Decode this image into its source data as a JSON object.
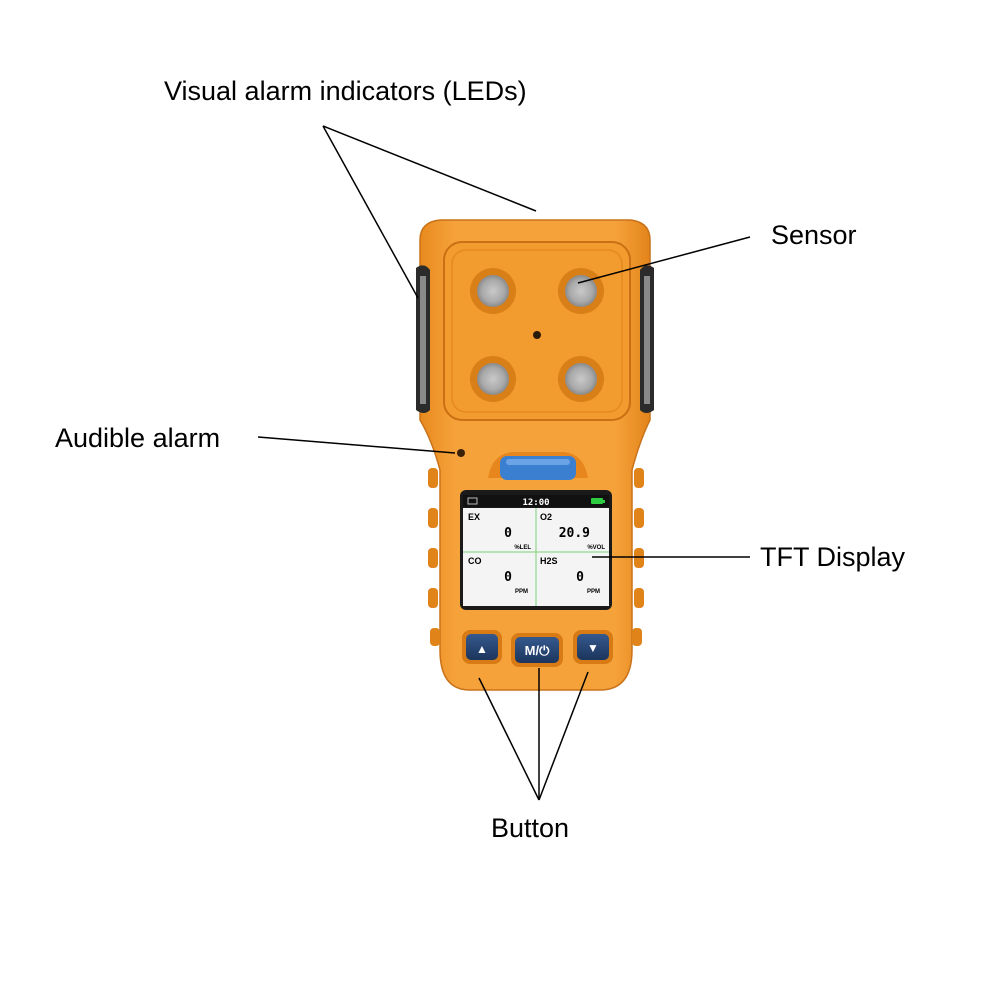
{
  "callouts": {
    "leds": "Visual alarm indicators (LEDs)",
    "sensor": "Sensor",
    "audible": "Audible alarm",
    "display": "TFT Display",
    "button": "Button"
  },
  "screen": {
    "clock": "12:00",
    "cells": [
      {
        "gas": "EX",
        "value": "0",
        "unit": "%LEL"
      },
      {
        "gas": "O2",
        "value": "20.9",
        "unit": "%VOL"
      },
      {
        "gas": "CO",
        "value": "0",
        "unit": "PPM"
      },
      {
        "gas": "H2S",
        "value": "0",
        "unit": "PPM"
      }
    ]
  },
  "buttons": {
    "up_symbol": "▲",
    "mode_label": "M/⏻",
    "down_symbol": "▼"
  },
  "colors": {
    "body_orange": "#f39a2b",
    "button_navy": "#223f6b",
    "clip_blue": "#3b7fd0",
    "screen_frame": "#1a1a1a",
    "battery_green": "#2ecc40"
  }
}
